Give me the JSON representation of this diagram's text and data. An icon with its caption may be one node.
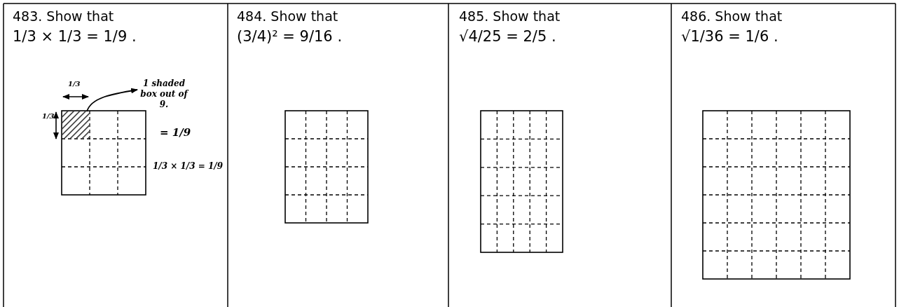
{
  "diagram": {
    "nodes": [
      {
        "text": [
          "1 shaded box out of 9."
        ]
      },
      {
        "text": [],
        "shape": "box"
      }
    ],
    "edges": [
      {
        "from": 1,
        "to": 0,
        "arrow": "to"
      }
    ],
    "labels": [
      "483. Show that",
      "1/3 × 1/3 = 1/9 .",
      "1/3",
      "1/3",
      "= 1/9",
      "1/3 × 1/3 = 1/9",
      "484. Show that",
      "(3/4)² = 9/16 .",
      "485. Show that",
      "√4/25 = 2/5 .",
      "486. Show that",
      "√1/36 = 1/6 ."
    ]
  }
}
